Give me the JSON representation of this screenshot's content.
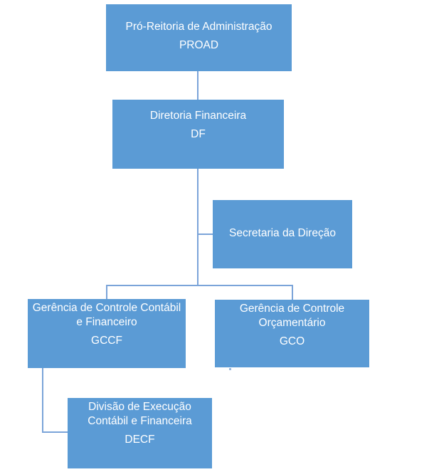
{
  "colors": {
    "box_fill": "#5b9bd5",
    "box_text": "#ffffff",
    "connector": "#7ba4d9",
    "background": "#ffffff"
  },
  "nodes": [
    {
      "name": "Pró-Reitoria de Administração",
      "acronym": "PROAD"
    },
    {
      "name": "Diretoria Financeira",
      "acronym": "DF"
    },
    {
      "name": "Secretaria da Direção",
      "acronym": ""
    },
    {
      "name": "Gerência de Controle Contábil e Financeiro",
      "acronym": "GCCF"
    },
    {
      "name": "Gerência de Controle Orçamentário",
      "acronym": "GCO"
    },
    {
      "name": "Divisão de Execução Contábil e Financeira",
      "acronym": "DECF"
    }
  ]
}
